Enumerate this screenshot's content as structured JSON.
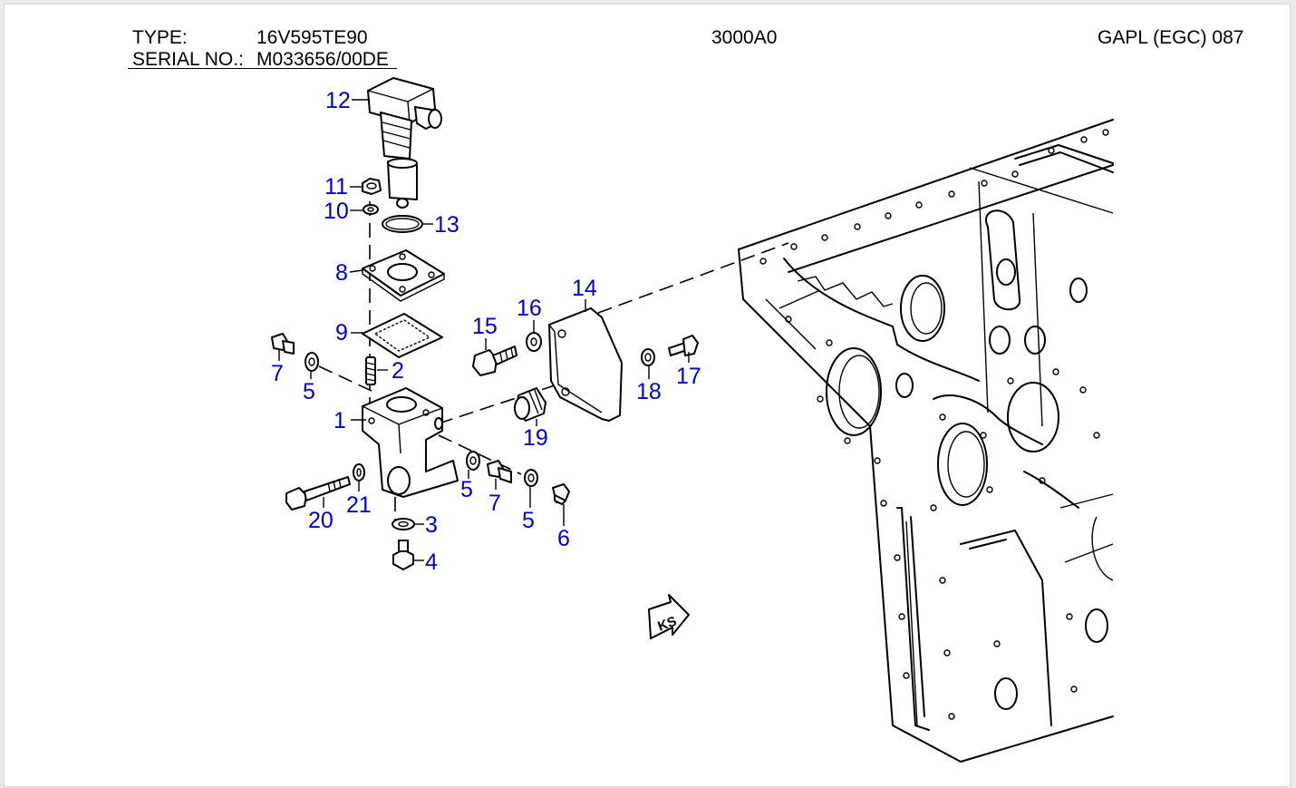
{
  "header": {
    "type_label": "TYPE:",
    "type_value": "16V595TE90",
    "serial_label": "SERIAL NO.:",
    "serial_value": "M033656/00DE",
    "drawing_code": "3000A0",
    "group_title": "GAPL (EGC)  087"
  },
  "marker": "KS",
  "colors": {
    "label": "#0000cc",
    "line": "#000000"
  },
  "parts": [
    {
      "id": "p12",
      "num": "12"
    },
    {
      "id": "p11",
      "num": "11"
    },
    {
      "id": "p10",
      "num": "10"
    },
    {
      "id": "p13",
      "num": "13"
    },
    {
      "id": "p8",
      "num": "8"
    },
    {
      "id": "p9",
      "num": "9"
    },
    {
      "id": "p15",
      "num": "15"
    },
    {
      "id": "p16",
      "num": "16"
    },
    {
      "id": "p14",
      "num": "14"
    },
    {
      "id": "p7a",
      "num": "7"
    },
    {
      "id": "p5a",
      "num": "5"
    },
    {
      "id": "p2",
      "num": "2"
    },
    {
      "id": "p18",
      "num": "18"
    },
    {
      "id": "p17",
      "num": "17"
    },
    {
      "id": "p1",
      "num": "1"
    },
    {
      "id": "p19",
      "num": "19"
    },
    {
      "id": "p5b",
      "num": "5"
    },
    {
      "id": "p7b",
      "num": "7"
    },
    {
      "id": "p5c",
      "num": "5"
    },
    {
      "id": "p6",
      "num": "6"
    },
    {
      "id": "p20",
      "num": "20"
    },
    {
      "id": "p21",
      "num": "21"
    },
    {
      "id": "p3",
      "num": "3"
    },
    {
      "id": "p4",
      "num": "4"
    }
  ]
}
